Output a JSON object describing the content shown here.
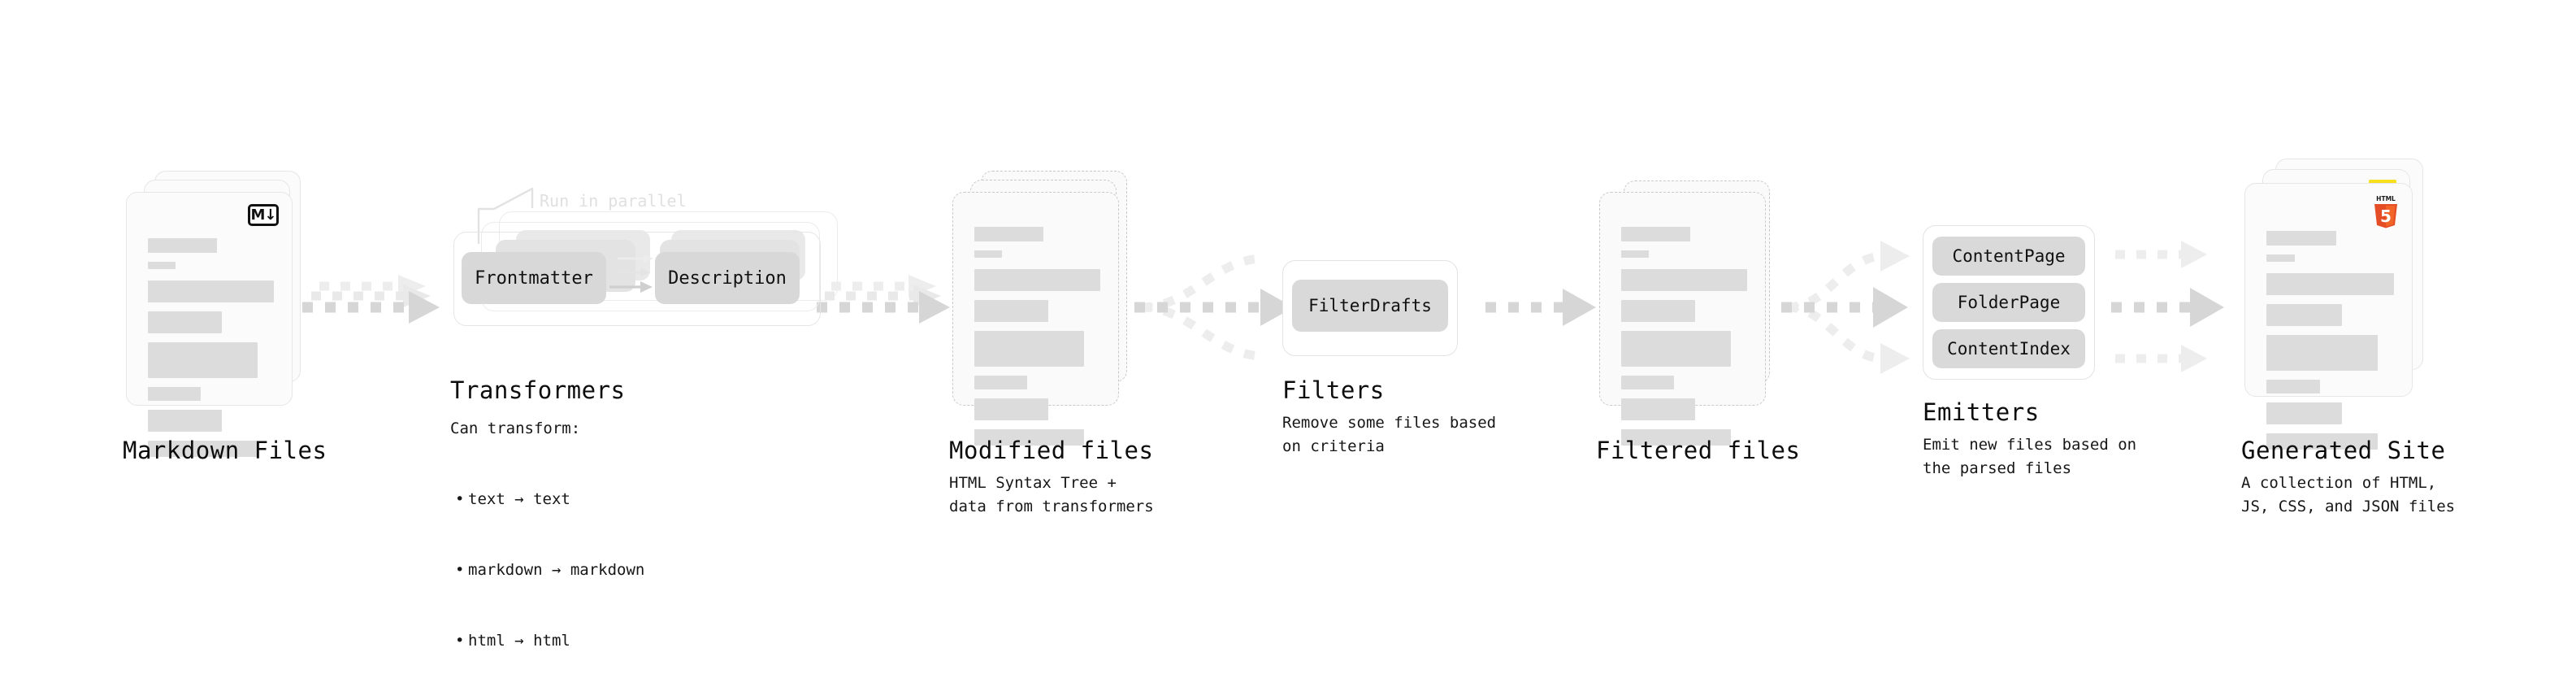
{
  "diagram": {
    "title": "Quartz content processing pipeline",
    "colors": {
      "bar": "#dcdcdc",
      "pill": "#d9d9d9",
      "card_border": "#e6e6e6",
      "dashed_border": "#c9c9c9",
      "arrow": "#d6d6d6",
      "arrow_faint": "#ededed",
      "text": "#111111",
      "annotation": "#e0e0e0",
      "html5": "#e44d26",
      "html5_light": "#f16529",
      "js": "#f7df1e",
      "css": "#1572b6"
    }
  },
  "stages": [
    {
      "key": "markdown-files",
      "title": "Markdown Files",
      "subtitle": "",
      "badge": "markdown-icon",
      "badge_text": "M↓"
    },
    {
      "key": "transformers",
      "title": "Transformers",
      "subtitle": "Can transform:",
      "annotation": "Run in parallel",
      "pills": [
        "Frontmatter",
        "Description"
      ],
      "bullets": [
        "text → text",
        "markdown → markdown",
        "html → html"
      ]
    },
    {
      "key": "modified-files",
      "title": "Modified files",
      "subtitle": "HTML Syntax Tree +\ndata from transformers"
    },
    {
      "key": "filters",
      "title": "Filters",
      "subtitle": "Remove some files based\non criteria",
      "pills": [
        "FilterDrafts"
      ]
    },
    {
      "key": "filtered-files",
      "title": "Filtered files",
      "subtitle": ""
    },
    {
      "key": "emitters",
      "title": "Emitters",
      "subtitle": "Emit new files based on\nthe parsed files",
      "pills": [
        "ContentPage",
        "FolderPage",
        "ContentIndex"
      ]
    },
    {
      "key": "generated-site",
      "title": "Generated Site",
      "subtitle": "A collection of HTML,\nJS, CSS, and JSON files",
      "badges": [
        "html5-icon",
        "js-icon",
        "css3-icon"
      ],
      "badge_text": "HTML"
    }
  ]
}
